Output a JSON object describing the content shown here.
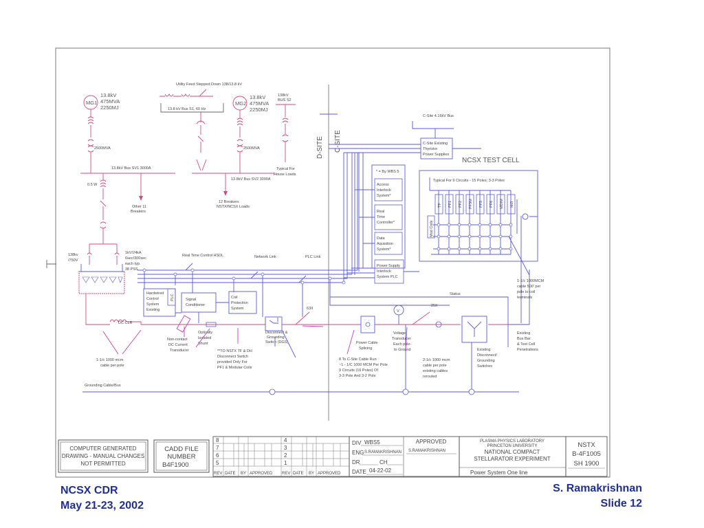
{
  "generators": {
    "mg1": {
      "id": "MG1",
      "l1": "13.8kV",
      "l2": "475MVA",
      "l3": "2250MJ",
      "xfmr": "2500MVA"
    },
    "mg2": {
      "id": "MG2",
      "l1": "13.8kV",
      "l2": "475MVA",
      "l3": "2250MJ",
      "xfmr": "2500MVA"
    }
  },
  "utility": {
    "feed": "Utility Feed Stepped Down 138/13.8 kV",
    "bus": "13.8 kV Bus S1, 60 Hz"
  },
  "bus_s2": {
    "l1": "138kV",
    "l2": "BUS S2",
    "loads1": "Typical For",
    "loads2": "House Loads"
  },
  "svi": {
    "label": "13.8kV Bus SV1 3000A",
    "reactor": "0.5 W",
    "other1": "Other 11",
    "other2": "Breakers"
  },
  "sv2": {
    "label": "13.8kV Bus SV2 3000A",
    "b1": "12 Breakers",
    "b2": "NSTX/NCSX Loads"
  },
  "site": {
    "d": "D-SITE",
    "c": "C-SITE"
  },
  "cbus": {
    "label": "C-Site 4.16kV Bus",
    "t1": "C-Site Existing",
    "t2": "Thyristor",
    "t3": "Power Supplies"
  },
  "testcell": {
    "title": "NCSX TEST CELL",
    "typical": "Typical For 9 Circuits - 15 Poles; 3-3 Poles",
    "mod": "Mod Coils",
    "coils": [
      "TF",
      "PF1",
      "PF2",
      "PF3M",
      "PF5",
      "PF6",
      "MDIM",
      "MI3"
    ]
  },
  "wbs": {
    "note": "* = By WBS 5",
    "b1": [
      "Access",
      "Interlock",
      "System*"
    ],
    "b2": [
      "Real",
      "Time",
      "Controller*"
    ],
    "b3": [
      "Data",
      "Aquisition",
      "System*"
    ],
    "b4": [
      "Power Supply",
      "Interlock",
      "System PLC"
    ]
  },
  "links": {
    "rt": "Real Time Control HSDL",
    "net": "Network Link",
    "plc": "PLC Link",
    "status": "Status"
  },
  "rect": {
    "v1": "138kv",
    "v2": "/750V",
    "x1": "1kV/24kA",
    "x2": "6sec/300sec",
    "x3": "each typ.",
    "x4": "38 PSS"
  },
  "hw": [
    "Hardwired",
    "Control",
    "System",
    "Existing"
  ],
  "plcbox": "PLC",
  "sig": [
    "Signal",
    "Conditioner"
  ],
  "coilp": [
    "Coil",
    "Protection",
    "System"
  ],
  "dc": "DC CLR",
  "ann": {
    "nc": [
      "Non-contact",
      "DC Current",
      "Transducer"
    ],
    "os": [
      "Optically",
      "Isolated",
      "Shunt"
    ],
    "mt": [
      "**TO NSTX TF & DH",
      "Disconnect Switch",
      "provided Only For",
      "PF1 & Modular Coils"
    ],
    "dg": [
      "Disconnect &",
      "Grounding",
      "Switch (DGS)"
    ],
    "n63": "63II",
    "n25": "25II",
    "pcs": [
      "Power Cable",
      "Splicing"
    ],
    "vt": [
      "Voltage",
      "Transducer",
      "Each pole-",
      "to Ground"
    ],
    "cr": [
      "8 To C-Site Cable Run",
      "~1 - 1/C 1000 MCM Per Pole",
      "9 Circuits (16 Poles) Of",
      "3-3 Pole And 3-2 Pole"
    ],
    "c2": [
      "2-1/c 1000 mcm",
      "cable per pole",
      "existing cables",
      "rerouted"
    ],
    "ed": [
      "Existing",
      "Disconnect/",
      "Grounding",
      "Switches"
    ],
    "eb": [
      "Existing",
      "Bus Bar",
      "& Test Cell",
      "Penetrations"
    ],
    "c11": [
      "1-1/c 1000 mcm",
      "cable per pole"
    ],
    "c500": [
      "1-1/c 1000MCM",
      "cable 500' per",
      "pole to coil",
      "terminals"
    ],
    "gnd": "Grounding Cable/Bus"
  },
  "titleblock": {
    "notice": [
      "COMPUTER GENERATED",
      "DRAWING - MANUAL CHANGES",
      "NOT PERMITTED"
    ],
    "cadd": [
      "CADD FILE",
      "NUMBER",
      "B4F1900"
    ],
    "revs_left": [
      "8",
      "7",
      "6",
      "5"
    ],
    "revs_right": [
      "4",
      "3",
      "2",
      "1"
    ],
    "rev_header": [
      "REV",
      "DATE",
      "BY",
      "APPROVED"
    ],
    "div": "DIV",
    "div_val": "WBS5",
    "eng": "ENG",
    "eng_val": "S.RAMAKRISHNAN",
    "dr": "DR",
    "ch": "CH",
    "date": "DATE",
    "date_val": "04-22-02",
    "approved": "APPROVED",
    "approved_by": "S.RAMAKRISHNAN",
    "lab": [
      "PLASMA PHYSICS LABORATORY",
      "PRINCETON UNIVERSITY",
      "NATIONAL COMPACT",
      "STELLARATOR EXPERIMENT"
    ],
    "subtitle": "Power System One line",
    "proj": "NSTX",
    "dwg": "B-4F1005",
    "sh": "SH 1900"
  },
  "footer": {
    "left1": "NCSX CDR",
    "left2": "May 21-23, 2002",
    "right1": "S. Ramakrishnan",
    "right2": "Slide 12"
  },
  "colors": {
    "blue": "#5a5ad8",
    "red": "#d24a7a",
    "magenta": "#c040c0",
    "footer": "#1f2f8f"
  }
}
